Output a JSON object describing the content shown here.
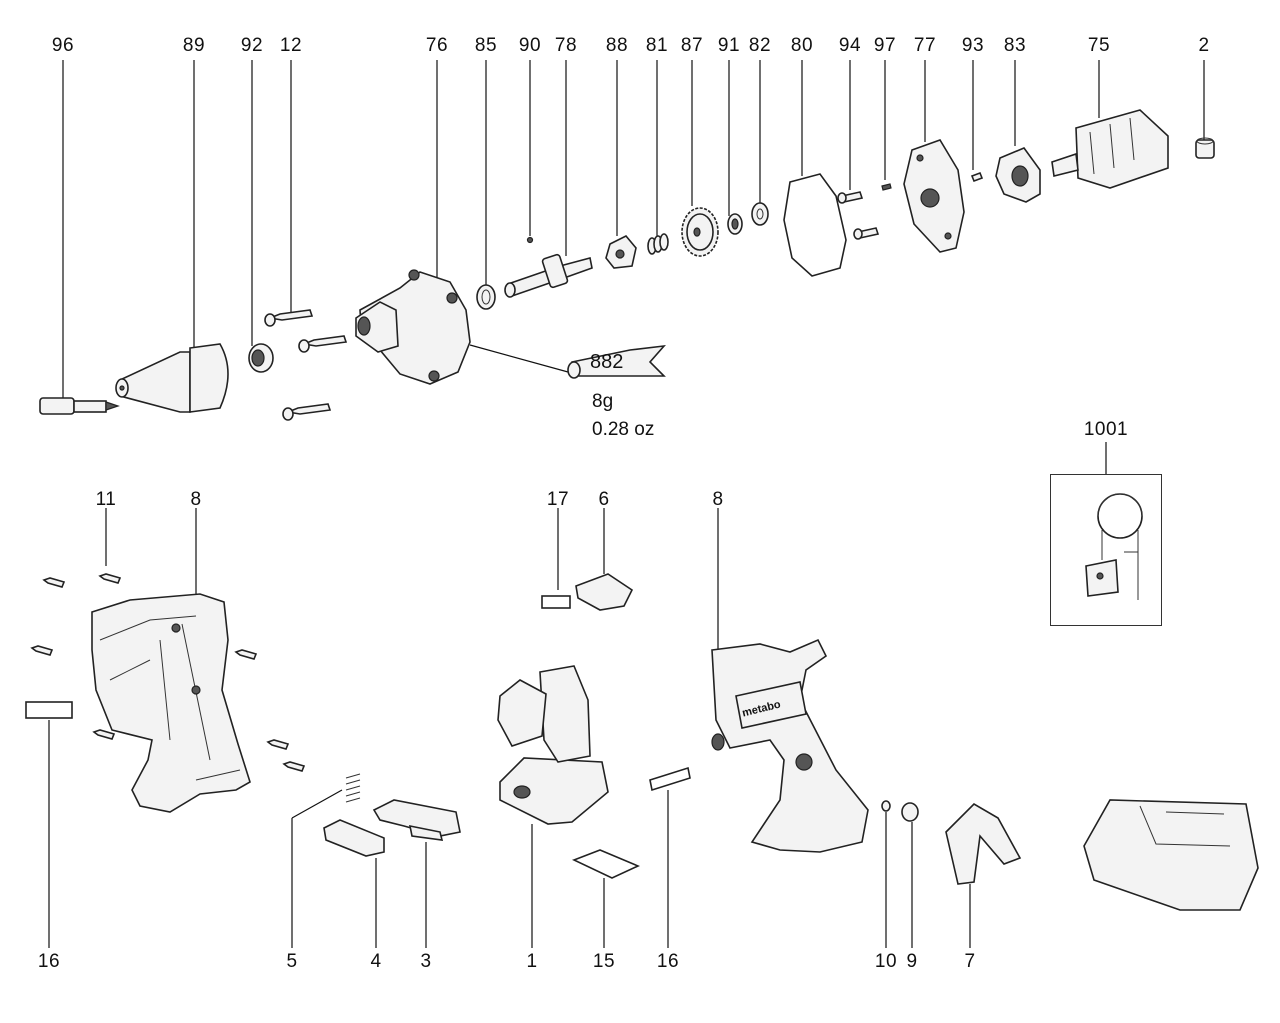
{
  "top_row_labels": [
    "96",
    "89",
    "92",
    "12",
    "76",
    "85",
    "90",
    "78",
    "88",
    "81",
    "87",
    "91",
    "82",
    "80",
    "94",
    "97",
    "77",
    "93",
    "83",
    "75",
    "2"
  ],
  "grease": {
    "tube_label": "882",
    "amount_g": "8g",
    "amount_oz": "0.28 oz"
  },
  "middle_labels": {
    "l11": "11",
    "l8_left": "8",
    "l17": "17",
    "l6": "6",
    "l8_right": "8",
    "l1001": "1001"
  },
  "bottom_labels": {
    "b16_left": "16",
    "b5": "5",
    "b4": "4",
    "b3": "3",
    "b1": "1",
    "b15": "15",
    "b16_mid": "16",
    "b10": "10",
    "b9": "9",
    "b7": "7"
  },
  "housing_logo": "metabo"
}
